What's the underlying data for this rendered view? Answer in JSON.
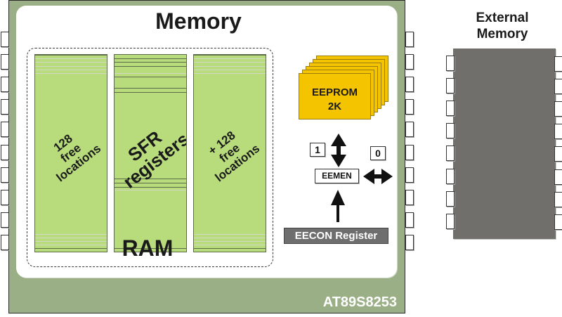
{
  "main_chip": {
    "part_number": "AT89S8253",
    "pin_count_per_side": 10,
    "colors": {
      "frame": "#9aaf86",
      "panel": "#ffffff"
    }
  },
  "memory": {
    "title": "Memory",
    "ram": {
      "label": "RAM",
      "columns": [
        {
          "lines": [
            "128",
            "free",
            "locations"
          ],
          "color": "#b8dc7c"
        },
        {
          "lines": [
            "SFR",
            "registers"
          ],
          "color": "#b8dc7c"
        },
        {
          "lines": [
            "+ 128",
            "free",
            "locations"
          ],
          "color": "#b8dc7c"
        }
      ]
    },
    "eeprom": {
      "lines": [
        "EEPROM",
        "2K"
      ],
      "color": "#f5c400",
      "stack_count": 6
    },
    "control": {
      "bit_one": "1",
      "bit_zero": "0",
      "eemen_label": "EEMEN",
      "eecon_label": "EECON Register"
    }
  },
  "external_memory": {
    "title_lines": [
      "External",
      "Memory"
    ],
    "pin_count_per_side": 8,
    "color": "#716f6c"
  }
}
